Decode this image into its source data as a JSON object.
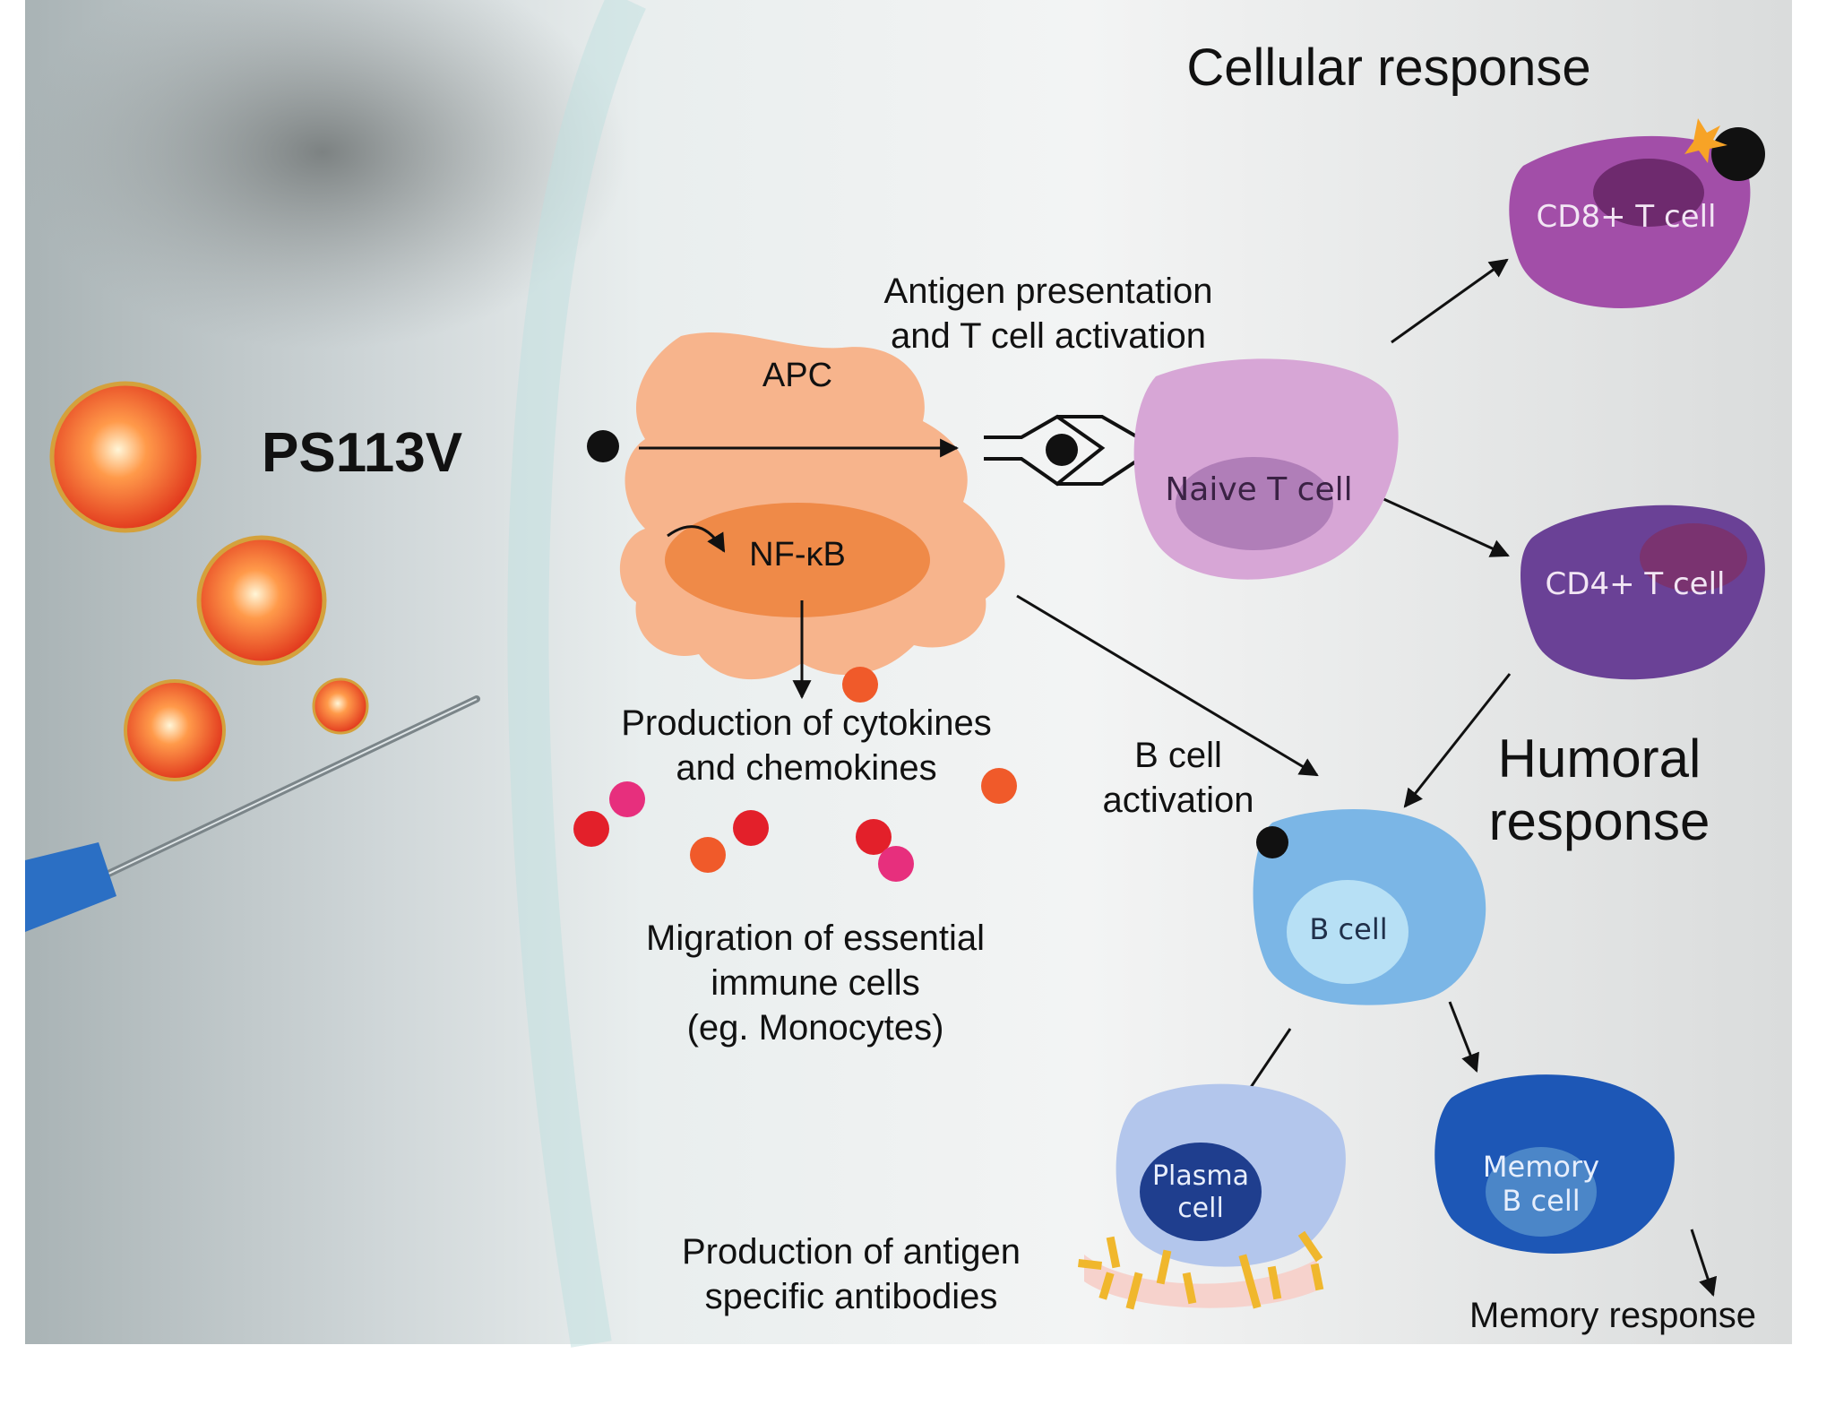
{
  "header": {
    "cellular_response": "Cellular response",
    "humoral_response": [
      "Humoral",
      "response"
    ]
  },
  "vaccine": {
    "name": "PS113V"
  },
  "apc": {
    "label": "APC",
    "nfkb_label": "NF-κB",
    "antigen_presentation": [
      "Antigen presentation",
      "and T cell activation"
    ],
    "cytokines": [
      "Production of cytokines",
      "and chemokines"
    ],
    "migration": [
      "Migration of essential",
      "immune cells",
      "(eg. Monocytes)"
    ]
  },
  "t_cells": {
    "naive": "Naive T cell",
    "cd8": "CD8+ T cell",
    "cd4": "CD4+ T cell"
  },
  "b_cells": {
    "activation": [
      "B cell",
      "activation"
    ],
    "b_cell": "B cell",
    "plasma": [
      "Plasma",
      "cell"
    ],
    "memory": [
      "Memory",
      "B cell"
    ],
    "antibodies": [
      "Production of antigen",
      "specific antibodies"
    ],
    "memory_response": "Memory response"
  },
  "colors": {
    "apc": "#f7b48c",
    "nfkb": "#ef8a48",
    "naive": "#d7a6d6",
    "cd8": "#a24ea8",
    "cd4": "#6a4196",
    "b_cell": "#7bb6e6",
    "plasma": "#b3c6ec",
    "memory": "#1d57b6",
    "nanoparticle": "#f0552c"
  }
}
